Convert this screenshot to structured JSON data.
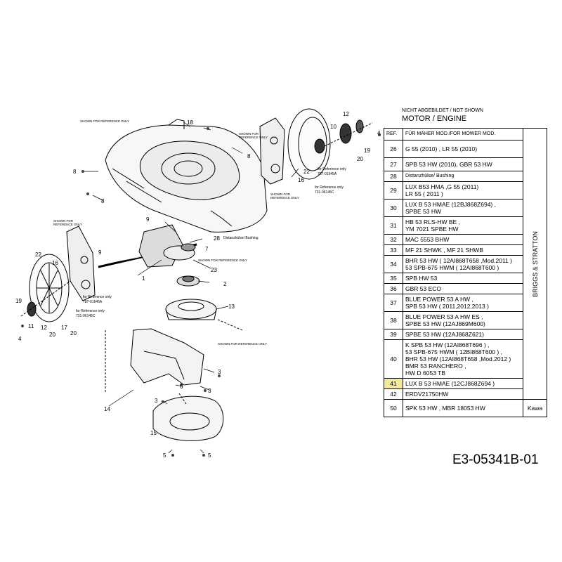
{
  "header": {
    "not_shown": "NICHT ABGEBILDET / NOT SHOWN",
    "title": "MOTOR /  ENGINE"
  },
  "table": {
    "col_ref": "REF.",
    "col_desc": "FÜR MÄHER MOD./FOR MOWER MOD.",
    "brand_main": "BRIGGS & STRATTON",
    "brand_last": "Kawa",
    "rows": [
      {
        "ref": "26",
        "desc": "G 55 (2010) ,  LR 55 (2010)"
      },
      {
        "ref": "27",
        "desc": "SPB 53 HW (2010), GBR 53 HW"
      },
      {
        "ref": "28",
        "desc": "Distanzhülse/ Bushing"
      },
      {
        "ref": "29",
        "desc": "LUX B53 HMA ,G 55 (2011)\nLR 55 ( 2011 )"
      },
      {
        "ref": "30",
        "desc": "LUX B 53 HMAE (12BJ868Z694) ,\nSPBE 53 HW"
      },
      {
        "ref": "31",
        "desc": "HB 53 RLS-HW BE ,\nYM 7021 SPBE HW"
      },
      {
        "ref": "32",
        "desc": "MAC 5553 BHW"
      },
      {
        "ref": "33",
        "desc": "MF 21 SHWK ,  MF 21 SHWB"
      },
      {
        "ref": "34",
        "desc": "BHR 53 HW ( 12AI868T658  ,Mod.2011 )\n53 SPB-675 HWM ( 12AI868T600 )"
      },
      {
        "ref": "35",
        "desc": "SPB HW 53"
      },
      {
        "ref": "36",
        "desc": "GBR 53 ECO"
      },
      {
        "ref": "37",
        "desc": "BLUE POWER 53 A HW ,\nSPB 53 HW ( 2011,2012,2013 )"
      },
      {
        "ref": "38",
        "desc": "BLUE POWER 53 A HW ES ,\nSPBE 53 HW (12AJ869M600)"
      },
      {
        "ref": "39",
        "desc": "SPBE 53 HW (12AJ868Z621)"
      },
      {
        "ref": "40",
        "desc": "K SPB 53 HW (12AI868T696 ) ,\n53 SPB-675 HWM ( 12BI868T600 ) ,\nBHR 53 HW (12AI868T658  ,Mod.2012 )\nBMR 53 RANCHERO ,\nHW D 6053 TB"
      },
      {
        "ref": "41",
        "desc": "LUX B 53 HMAE (12CJ868Z694 )"
      },
      {
        "ref": "42",
        "desc": "ERDV21750HW"
      },
      {
        "ref": "50",
        "desc": "SPK 53 HW ,  MBR 18053 HW"
      }
    ]
  },
  "diagram": {
    "callouts": [
      "1",
      "2",
      "3",
      "3",
      "3",
      "4",
      "4",
      "5",
      "5",
      "6",
      "7",
      "8",
      "8",
      "8",
      "9",
      "9",
      "10",
      "11",
      "12",
      "12",
      "13",
      "14",
      "15",
      "16",
      "16",
      "17",
      "18",
      "19",
      "19",
      "20",
      "20",
      "20",
      "22",
      "22",
      "23",
      "28"
    ],
    "ref_notes": {
      "shown_ref": "SHOWN FOR REFERENCE ONLY",
      "shown_ref_b": "SHOWN FOR\nREFERENCE ONLY",
      "for_ref_787": "for Reference only\n787-01645A",
      "for_ref_731": "for Reference only\n731-06145C",
      "bushing": "Distanzhülse/ Bushing"
    }
  },
  "footer": {
    "code": "E3-05341B-01"
  }
}
